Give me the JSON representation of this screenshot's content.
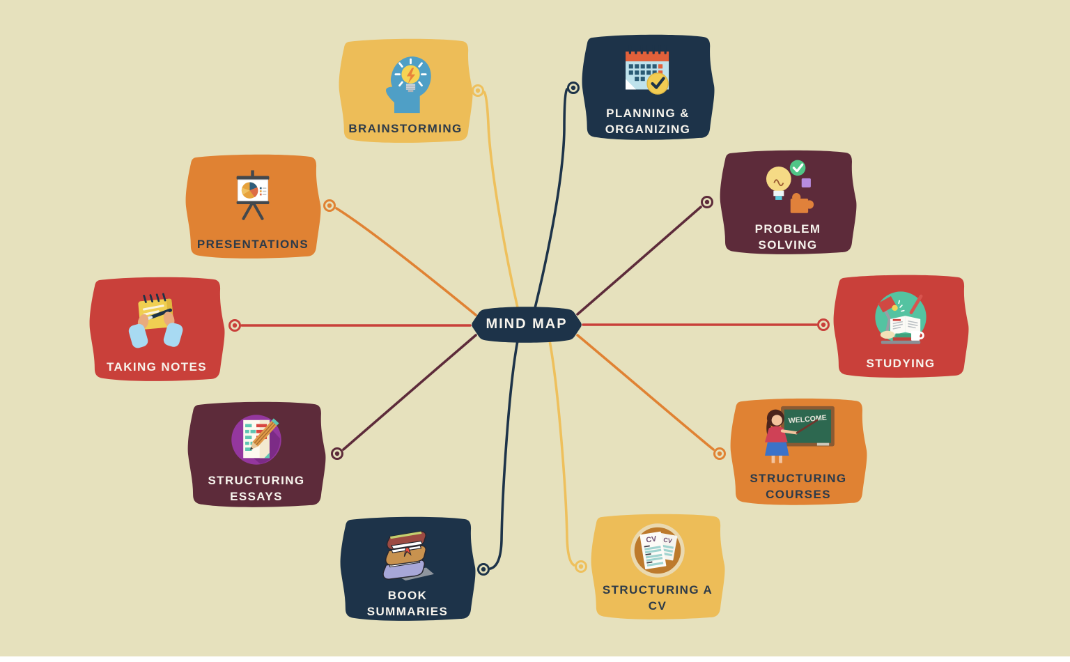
{
  "background": {
    "color": "#e6e1bd",
    "bottom_strip_color": "#ffffff"
  },
  "center_node": {
    "label": "MIND MAP",
    "color": "#1d3349",
    "text_color": "#f7f4ed"
  },
  "nodes": [
    {
      "id": "brainstorming",
      "label": "BRAINSTORMING",
      "color": "#edbd58",
      "text_color": "#2c3a49",
      "icon": "brainstorming-icon",
      "connector_color": "#eec05c"
    },
    {
      "id": "planning-organizing",
      "label": "PLANNING &\nORGANIZING",
      "color": "#1d3349",
      "text_color": "#f7f4ed",
      "icon": "calendar-check-icon",
      "connector_color": "#1d3349"
    },
    {
      "id": "problem-solving",
      "label": "PROBLEM\nSOLVING",
      "color": "#5d2b3a",
      "text_color": "#f7f4ed",
      "icon": "bulb-puzzle-icon",
      "connector_color": "#5d2b3a"
    },
    {
      "id": "studying",
      "label": "STUDYING",
      "color": "#c9403a",
      "text_color": "#f7f4ed",
      "icon": "study-desk-icon",
      "connector_color": "#c9403a"
    },
    {
      "id": "structuring-courses",
      "label": "STRUCTURING\nCOURSES",
      "color": "#e08233",
      "text_color": "#2c3a49",
      "icon": "teacher-chalkboard-icon",
      "connector_color": "#e08233"
    },
    {
      "id": "structuring-a-cv",
      "label": "STRUCTURING A\nCV",
      "color": "#edbd58",
      "text_color": "#2c3a49",
      "icon": "cv-documents-icon",
      "connector_color": "#eec05c"
    },
    {
      "id": "book-summaries",
      "label": "BOOK\nSUMMARIES",
      "color": "#1d3349",
      "text_color": "#f7f4ed",
      "icon": "book-stack-icon",
      "connector_color": "#1d3349"
    },
    {
      "id": "structuring-essays",
      "label": "STRUCTURING\nESSAYS",
      "color": "#5d2b3a",
      "text_color": "#f7f4ed",
      "icon": "essay-pencil-icon",
      "connector_color": "#5d2b3a"
    },
    {
      "id": "taking-notes",
      "label": "TAKING NOTES",
      "color": "#c9403a",
      "text_color": "#f7f4ed",
      "icon": "notepad-hands-icon",
      "connector_color": "#c9403a"
    },
    {
      "id": "presentations",
      "label": "PRESENTATIONS",
      "color": "#e08233",
      "text_color": "#2c3a49",
      "icon": "easel-pie-chart-icon",
      "connector_color": "#e08233"
    }
  ],
  "icon_texts": {
    "chalkboard_welcome": "WELCOME",
    "cv_front": "CV",
    "cv_back": "CV"
  }
}
